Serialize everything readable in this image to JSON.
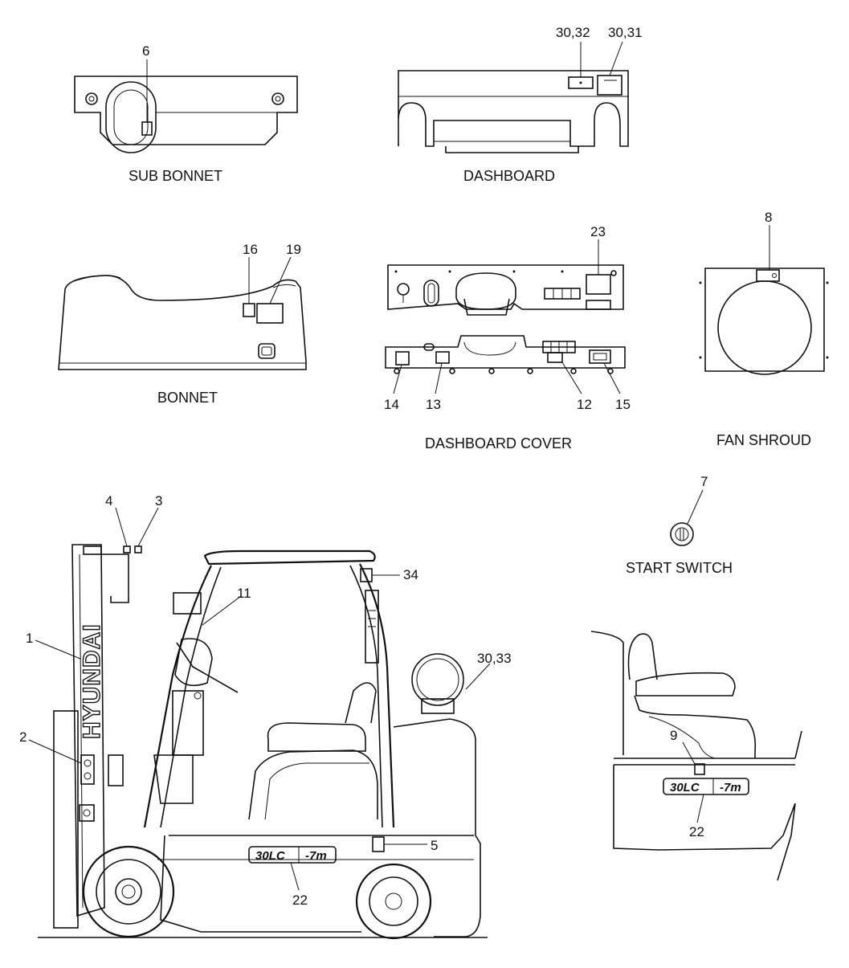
{
  "captions": {
    "sub_bonnet": "SUB BONNET",
    "dashboard": "DASHBOARD",
    "bonnet": "BONNET",
    "dashboard_cover": "DASHBOARD COVER",
    "fan_shroud": "FAN SHROUD",
    "start_switch": "START SWITCH"
  },
  "callouts": {
    "c1": "1",
    "c2": "2",
    "c3": "3",
    "c4": "4",
    "c5": "5",
    "c6": "6",
    "c7": "7",
    "c8": "8",
    "c9": "9",
    "c11": "11",
    "c12": "12",
    "c13": "13",
    "c14": "14",
    "c15": "15",
    "c16": "16",
    "c19": "19",
    "c22a": "22",
    "c22b": "22",
    "c23": "23",
    "c34": "34",
    "c3032": "30,32",
    "c3031": "30,31",
    "c3033": "30,33"
  },
  "decals": {
    "brand": "HYUNDAI",
    "model_a": "30LC",
    "model_a_suffix": "-7m",
    "model_b": "30LC",
    "model_b_suffix": "-7m"
  }
}
